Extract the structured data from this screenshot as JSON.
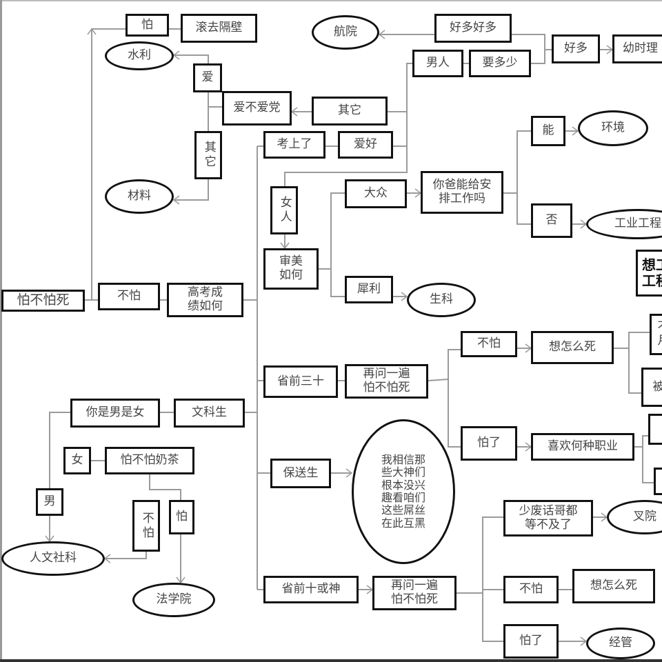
{
  "nodes": {
    "pa_top": "怕",
    "gunqu": "滚去隔壁",
    "hangyuan": "航院",
    "haoduohaoduo": "好多好多",
    "haoduo": "好多",
    "youshi": "幼时理",
    "nanren": "男人",
    "yaoduoshao": "要多少",
    "shuili": "水利",
    "ai": "爱",
    "aibuaidang": "爱不爱党",
    "qita1": "其它",
    "qita2": "其它",
    "cailiao": "材料",
    "kaoshangle": "考上了",
    "aihao": "爱好",
    "neng": "能",
    "huanjing": "环境",
    "nvren": "女人",
    "dazhong": "大众",
    "nibaneng": "你爸能给安\n排工作吗",
    "fou": "否",
    "gongye": "工业工程",
    "shenmei": "审美\n如何",
    "xiang_cut": "想工\n工程",
    "root": "怕不怕死",
    "bupa1": "不怕",
    "gaokao": "高考成\n绩如何",
    "xili": "犀利",
    "shengke": "生科",
    "bupa2": "不怕",
    "xiangzenmesi1": "想怎么死",
    "cut1": "不\n月",
    "cut2": "被",
    "shengqian30": "省前三十",
    "zaiwen1": "再问一遍\n怕不怕死",
    "wenke": "文科生",
    "nannv": "你是男是女",
    "nv": "女",
    "naicha": "怕不怕奶茶",
    "pale1": "怕了",
    "xihuan": "喜欢何种职业",
    "baosong": "保送生",
    "xiangxin": "我相信那\n些大神们\n根本没兴\n趣看咱们\n这些屌丝\n在此互黑",
    "nan": "男",
    "bupa3": "不怕",
    "pa_low": "怕",
    "shaofeihua": "少废话哥都\n等不及了",
    "chayuan": "叉院",
    "renwen": "人文社科",
    "shengqian10": "省前十或神",
    "zaiwen2": "再问一遍\n怕不怕死",
    "bupa4": "不怕",
    "xiangzenmesi2": "想怎么死",
    "faxue": "法学院",
    "pale2": "怕了",
    "jingguan": "经管"
  },
  "colors": {
    "line": "#9a9a9a",
    "border": "#111111"
  }
}
